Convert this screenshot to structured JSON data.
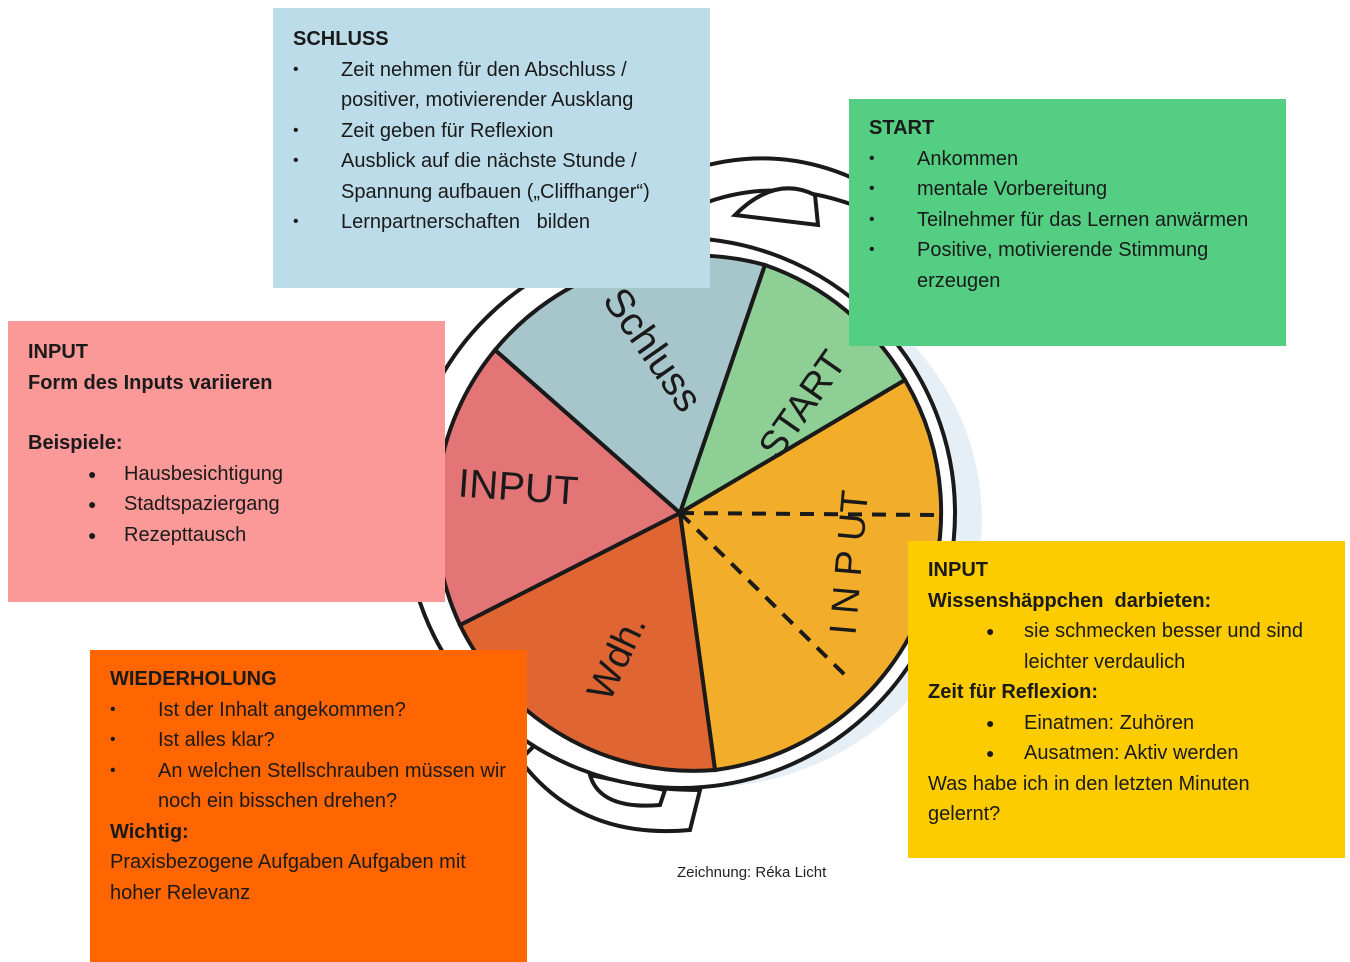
{
  "boxes": {
    "schluss": {
      "title": "SCHLUSS",
      "items": [
        "Zeit nehmen für den Abschluss / positiver, motivierender Ausklang",
        "Zeit geben für Reflexion",
        "Ausblick auf die nächste Stunde / Spannung aufbauen („Cliffhanger“)",
        "Lernpartnerschaften   bilden"
      ],
      "color": "#bcdcea"
    },
    "start": {
      "title": "START",
      "items": [
        "Ankommen",
        "mentale Vorbereitung",
        "Teilnehmer für das Lernen anwärmen",
        "Positive, motivierende Stimmung erzeugen"
      ],
      "color": "#53ce82"
    },
    "input_left": {
      "title": "INPUT",
      "subtitle": "Form des Inputs variieren",
      "examples_label": "Beispiele:",
      "items": [
        "Hausbesichtigung",
        "Stadtspaziergang",
        "Rezepttausch"
      ],
      "color": "#fb9898"
    },
    "input_right": {
      "title": "INPUT",
      "heading1": "Wissenshäppchen  darbieten:",
      "items1": [
        "sie schmecken besser und sind leichter verdaulich"
      ],
      "heading2": "Zeit für Reflexion:",
      "items2": [
        "Einatmen: Zuhören",
        "Ausatmen: Aktiv werden"
      ],
      "footer": "Was habe ich in den letzten Minuten gelernt?",
      "color": "#fccb00"
    },
    "wiederholung": {
      "title": "WIEDERHOLUNG",
      "items": [
        "Ist der Inhalt angekommen?",
        "Ist alles klar?",
        "An welchen Stellschrauben müssen wir noch ein bisschen drehen?"
      ],
      "important_label": "Wichtig:",
      "important_text": "Praxisbezogene Aufgaben Aufgaben mit hoher Relevanz",
      "color": "#ff6500"
    }
  },
  "illustration": {
    "segments": [
      {
        "label": "Schluss",
        "color": "#a7c6cc"
      },
      {
        "label": "START",
        "color": "#8dcf95"
      },
      {
        "label": "I N P UT",
        "color": "#f2ae2b"
      },
      {
        "label": "Wdh.",
        "color": "#df6533"
      },
      {
        "label": "INPUT",
        "color": "#e37577"
      }
    ]
  },
  "caption": "Zeichnung: Réka Licht"
}
